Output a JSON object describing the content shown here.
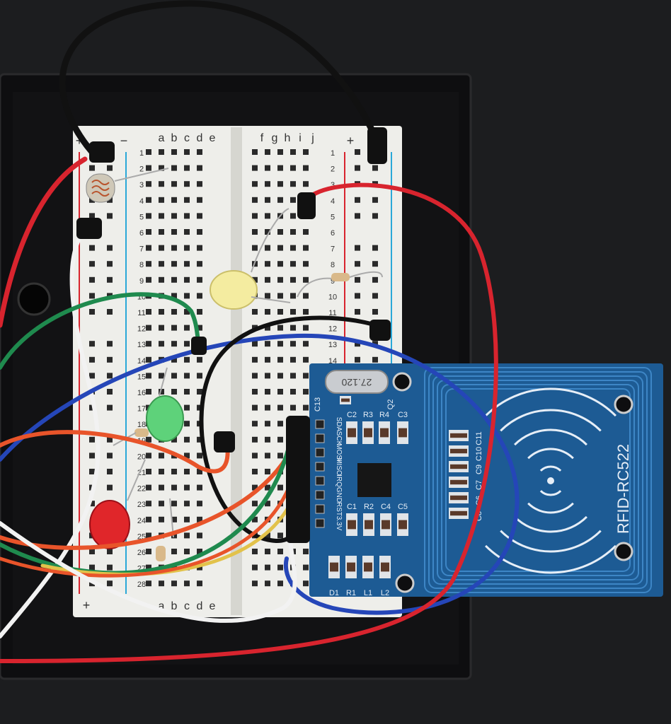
{
  "breadboard": {
    "columns_left": [
      "a",
      "b",
      "c",
      "d",
      "e"
    ],
    "columns_right": [
      "f",
      "g",
      "h",
      "i",
      "j"
    ],
    "row_count": 28,
    "plus_label": "+",
    "minus_label": "−"
  },
  "rfid": {
    "title": "RFID-RC522",
    "crystal": "27.120",
    "pins": [
      "SDA",
      "SCK",
      "MOSI",
      "MISO",
      "IRQ",
      "GND",
      "RST",
      "3.3V"
    ],
    "components_top": [
      "C13",
      "C2",
      "R3",
      "R4",
      "C3",
      "Q2"
    ],
    "components_mid": [
      "C1",
      "R2",
      "C4",
      "C5"
    ],
    "components_bottom": [
      "D1",
      "R1",
      "L1",
      "L2"
    ],
    "components_side": [
      "C11",
      "C10",
      "C9",
      "C7",
      "C6",
      "C8"
    ]
  },
  "colors": {
    "background": "#1c1d1f",
    "breadboard": "#eeeeea",
    "pcb": "#1d5b94",
    "wire_red": "#d8242e",
    "wire_blue": "#2546b8",
    "wire_green": "#1f8a4e",
    "wire_orange": "#e8542a",
    "wire_white": "#f2f2f2",
    "wire_black": "#111111",
    "wire_yellow": "#e2c24a",
    "led_yellow": "#f4eca0",
    "led_green": "#5ed27a",
    "led_red": "#e0262a"
  }
}
